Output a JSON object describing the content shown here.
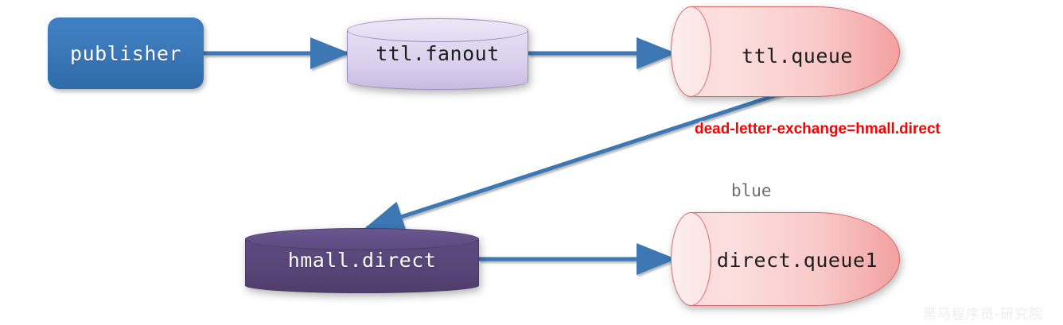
{
  "diagram": {
    "title": "RabbitMQ dead letter exchange topology",
    "background": "#ffffff",
    "accent_arrow_color": "#3c78b4",
    "nodes": {
      "publisher": {
        "label": "publisher",
        "kind": "rounded-rect",
        "color": "#3b78ba"
      },
      "ttl_fanout": {
        "label": "ttl.fanout",
        "kind": "cylinder-vertical",
        "color": "#d9cfec"
      },
      "ttl_queue": {
        "label": "ttl.queue",
        "kind": "cylinder-horizontal",
        "color": "#f9c9c9"
      },
      "hmall_direct": {
        "label": "hmall.direct",
        "kind": "cylinder-vertical",
        "color": "#574476"
      },
      "direct_queue1": {
        "label": "direct.queue1",
        "kind": "cylinder-horizontal",
        "color": "#f9c9c9"
      }
    },
    "annotations": {
      "dead_letter": "dead-letter-exchange=hmall.direct",
      "routing_key_blue": "blue"
    },
    "watermark": "黑马程序员-研究院",
    "edges": [
      {
        "from": "publisher",
        "to": "ttl.fanout",
        "label": ""
      },
      {
        "from": "ttl.fanout",
        "to": "ttl.queue",
        "label": ""
      },
      {
        "from": "ttl.queue",
        "to": "hmall.direct",
        "label": "dead-letter-exchange=hmall.direct"
      },
      {
        "from": "hmall.direct",
        "to": "direct.queue1",
        "label": "blue"
      }
    ]
  }
}
